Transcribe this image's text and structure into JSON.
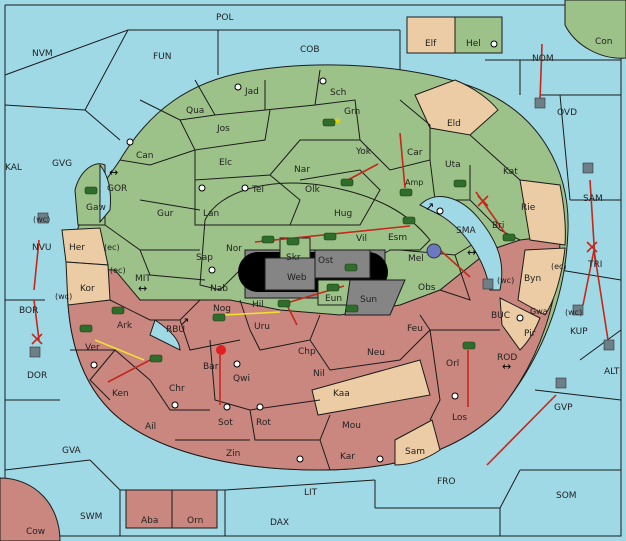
{
  "colors": {
    "sea": "#9fd9e6",
    "green": "#9dc289",
    "tan": "#eccca4",
    "red": "#c9877f",
    "dark_center": "#858585",
    "black": "#000000",
    "arrow_red": "#c4281b",
    "arrow_yellow": "#f0e030"
  },
  "sea_labels": [
    {
      "key": "POL",
      "text": "POL"
    },
    {
      "key": "FUN",
      "text": "FUN"
    },
    {
      "key": "COB",
      "text": "COB"
    },
    {
      "key": "NVM",
      "text": "NVM"
    },
    {
      "key": "NOM",
      "text": "NOM"
    },
    {
      "key": "OVD",
      "text": "OVD"
    },
    {
      "key": "KAL",
      "text": "KAL"
    },
    {
      "key": "GVG",
      "text": "GVG"
    },
    {
      "key": "GOR",
      "text": "GOR"
    },
    {
      "key": "NVU",
      "text": "NVU"
    },
    {
      "key": "MIT",
      "text": "MIT"
    },
    {
      "key": "RBU",
      "text": "RBU"
    },
    {
      "key": "SMA",
      "text": "SMA"
    },
    {
      "key": "SAM",
      "text": "SAM"
    },
    {
      "key": "BOR",
      "text": "BOR"
    },
    {
      "key": "DOR",
      "text": "DOR"
    },
    {
      "key": "TRI",
      "text": "TRI"
    },
    {
      "key": "BUC",
      "text": "BUC"
    },
    {
      "key": "KUP",
      "text": "KUP"
    },
    {
      "key": "ALT",
      "text": "ALT"
    },
    {
      "key": "ROD",
      "text": "ROD"
    },
    {
      "key": "GVP",
      "text": "GVP"
    },
    {
      "key": "GVA",
      "text": "GVA"
    },
    {
      "key": "FRO",
      "text": "FRO"
    },
    {
      "key": "SOM",
      "text": "SOM"
    },
    {
      "key": "LIT",
      "text": "LIT"
    },
    {
      "key": "SWM",
      "text": "SWM"
    },
    {
      "key": "DAX",
      "text": "DAX"
    }
  ],
  "land_labels": [
    {
      "key": "Con",
      "text": "Con"
    },
    {
      "key": "Elf",
      "text": "Elf"
    },
    {
      "key": "Hel",
      "text": "Hel"
    },
    {
      "key": "Jad",
      "text": "Jad"
    },
    {
      "key": "Sch",
      "text": "Sch"
    },
    {
      "key": "Qua",
      "text": "Qua"
    },
    {
      "key": "Jos",
      "text": "Jos"
    },
    {
      "key": "Grh",
      "text": "Grh"
    },
    {
      "key": "Eld",
      "text": "Eld"
    },
    {
      "key": "Can",
      "text": "Can"
    },
    {
      "key": "Yok",
      "text": "Yok"
    },
    {
      "key": "Car",
      "text": "Car"
    },
    {
      "key": "Elc",
      "text": "Elc"
    },
    {
      "key": "Nar",
      "text": "Nar"
    },
    {
      "key": "Uta",
      "text": "Uta"
    },
    {
      "key": "Kat",
      "text": "Kat"
    },
    {
      "key": "Tel",
      "text": "Tel"
    },
    {
      "key": "Olk",
      "text": "Olk"
    },
    {
      "key": "Amp",
      "text": "Amp"
    },
    {
      "key": "Gaw",
      "text": "Gaw"
    },
    {
      "key": "Gur",
      "text": "Gur"
    },
    {
      "key": "Lan",
      "text": "Lan"
    },
    {
      "key": "Hug",
      "text": "Hug"
    },
    {
      "key": "Rie",
      "text": "Rie"
    },
    {
      "key": "Bri",
      "text": "Bri"
    },
    {
      "key": "Her",
      "text": "Her"
    },
    {
      "key": "Nor",
      "text": "Nor"
    },
    {
      "key": "Skr",
      "text": "Skr"
    },
    {
      "key": "Vil",
      "text": "Vil"
    },
    {
      "key": "Esm",
      "text": "Esm"
    },
    {
      "key": "Sap",
      "text": "Sap"
    },
    {
      "key": "Web",
      "text": "Web"
    },
    {
      "key": "Ost",
      "text": "Ost"
    },
    {
      "key": "Mel",
      "text": "Mel"
    },
    {
      "key": "Byn",
      "text": "Byn"
    },
    {
      "key": "Kor",
      "text": "Kor"
    },
    {
      "key": "Nab",
      "text": "Nab"
    },
    {
      "key": "Eun",
      "text": "Eun"
    },
    {
      "key": "Sun",
      "text": "Sun"
    },
    {
      "key": "Obs",
      "text": "Obs"
    },
    {
      "key": "Gwa",
      "text": "Gwa"
    },
    {
      "key": "Ark",
      "text": "Ark"
    },
    {
      "key": "Nog",
      "text": "Nog"
    },
    {
      "key": "Hil",
      "text": "Hil"
    },
    {
      "key": "Pir",
      "text": "Pir"
    },
    {
      "key": "Uru",
      "text": "Uru"
    },
    {
      "key": "Feu",
      "text": "Feu"
    },
    {
      "key": "Ver",
      "text": "Ver"
    },
    {
      "key": "Chp",
      "text": "Chp"
    },
    {
      "key": "Neu",
      "text": "Neu"
    },
    {
      "key": "Orl",
      "text": "Orl"
    },
    {
      "key": "Bar",
      "text": "Bar"
    },
    {
      "key": "Qwi",
      "text": "Qwi"
    },
    {
      "key": "Nil",
      "text": "Nil"
    },
    {
      "key": "Ken",
      "text": "Ken"
    },
    {
      "key": "Chr",
      "text": "Chr"
    },
    {
      "key": "Kaa",
      "text": "Kaa"
    },
    {
      "key": "Ail",
      "text": "Ail"
    },
    {
      "key": "Sot",
      "text": "Sot"
    },
    {
      "key": "Rot",
      "text": "Rot"
    },
    {
      "key": "Mou",
      "text": "Mou"
    },
    {
      "key": "Los",
      "text": "Los"
    },
    {
      "key": "Zin",
      "text": "Zin"
    },
    {
      "key": "Kar",
      "text": "Kar"
    },
    {
      "key": "Sam",
      "text": "Sam"
    },
    {
      "key": "Aba",
      "text": "Aba"
    },
    {
      "key": "Orn",
      "text": "Orn"
    },
    {
      "key": "Cow",
      "text": "Cow"
    }
  ],
  "coast_tags": [
    {
      "key": "wc_nvu",
      "text": "(wc)"
    },
    {
      "key": "ec_her",
      "text": "(ec)"
    },
    {
      "key": "ec_kor",
      "text": "(ec)"
    },
    {
      "key": "wc_kor",
      "text": "(wc)"
    },
    {
      "key": "wc_byn",
      "text": "(wc)"
    },
    {
      "key": "ec_byn",
      "text": "(ec)"
    },
    {
      "key": "wc_kup",
      "text": "(wc)"
    }
  ]
}
